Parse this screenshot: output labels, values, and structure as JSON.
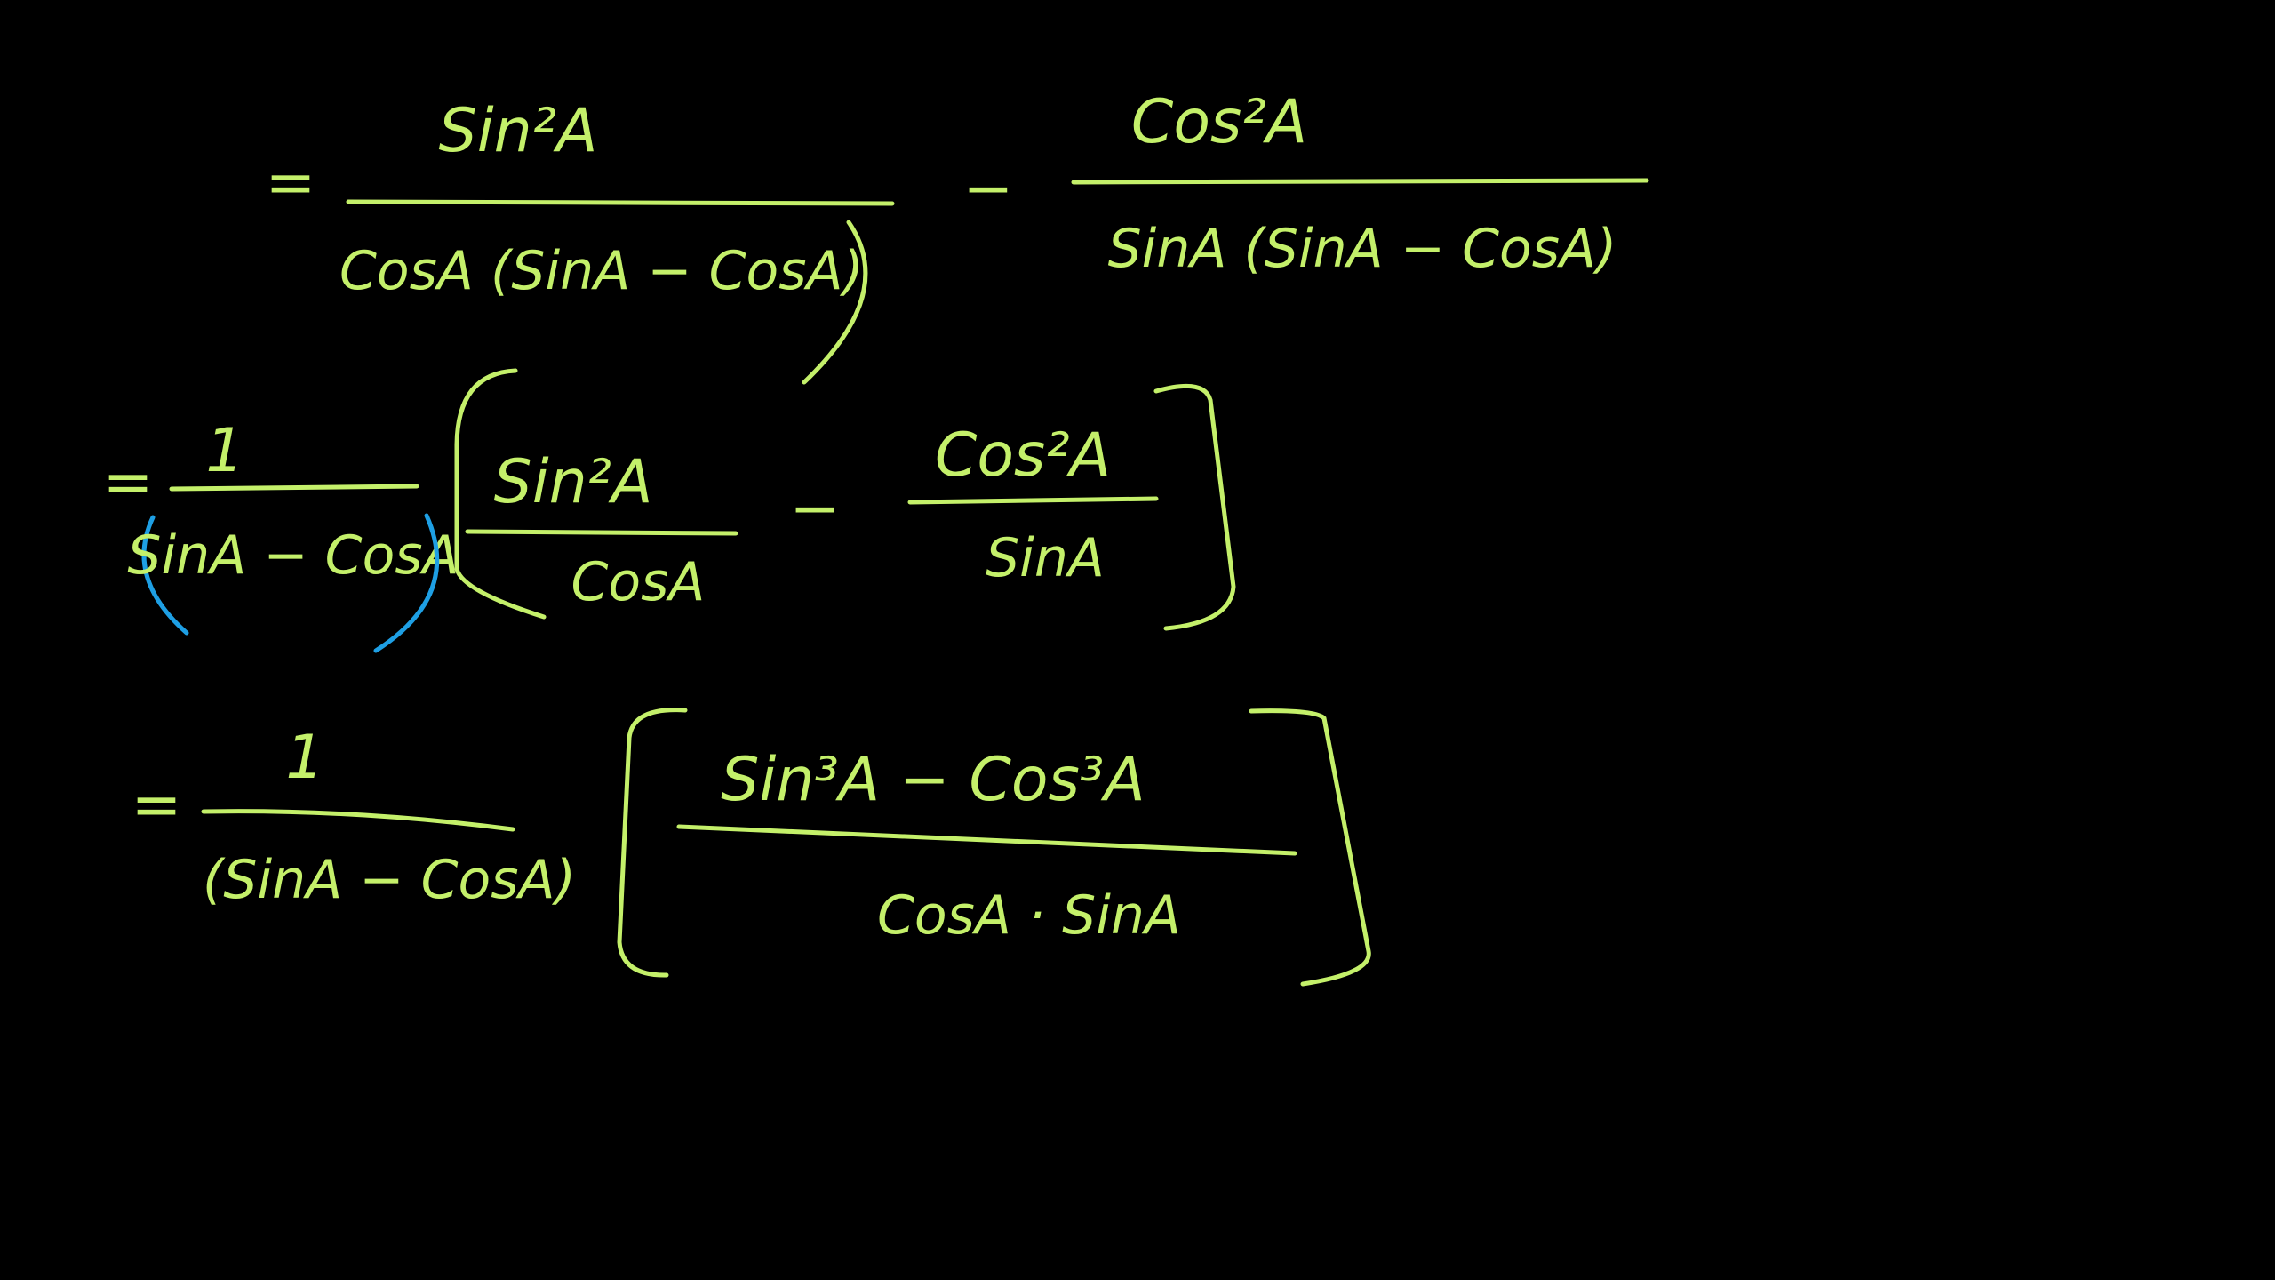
{
  "colors": {
    "ink": "#c4f06a",
    "highlight": "#1e9fe4",
    "background": "#000000"
  },
  "line1": {
    "equals": "=",
    "term1_numerator": "Sin²A",
    "term1_denominator": "CosA (SinA − CosA)",
    "minus": "−",
    "term2_numerator": "Cos²A",
    "term2_denominator": "SinA (SinA − CosA)"
  },
  "line2": {
    "equals": "=",
    "factor_numerator": "1",
    "factor_denominator": "SinA − CosA",
    "term1_numerator": "Sin²A",
    "term1_denominator": "CosA",
    "minus": "−",
    "term2_numerator": "Cos²A",
    "term2_denominator": "SinA"
  },
  "line3": {
    "equals": "=",
    "factor_numerator": "1",
    "factor_denominator": "(SinA − CosA)",
    "numerator": "Sin³A − Cos³A",
    "denominator": "CosA · SinA"
  }
}
